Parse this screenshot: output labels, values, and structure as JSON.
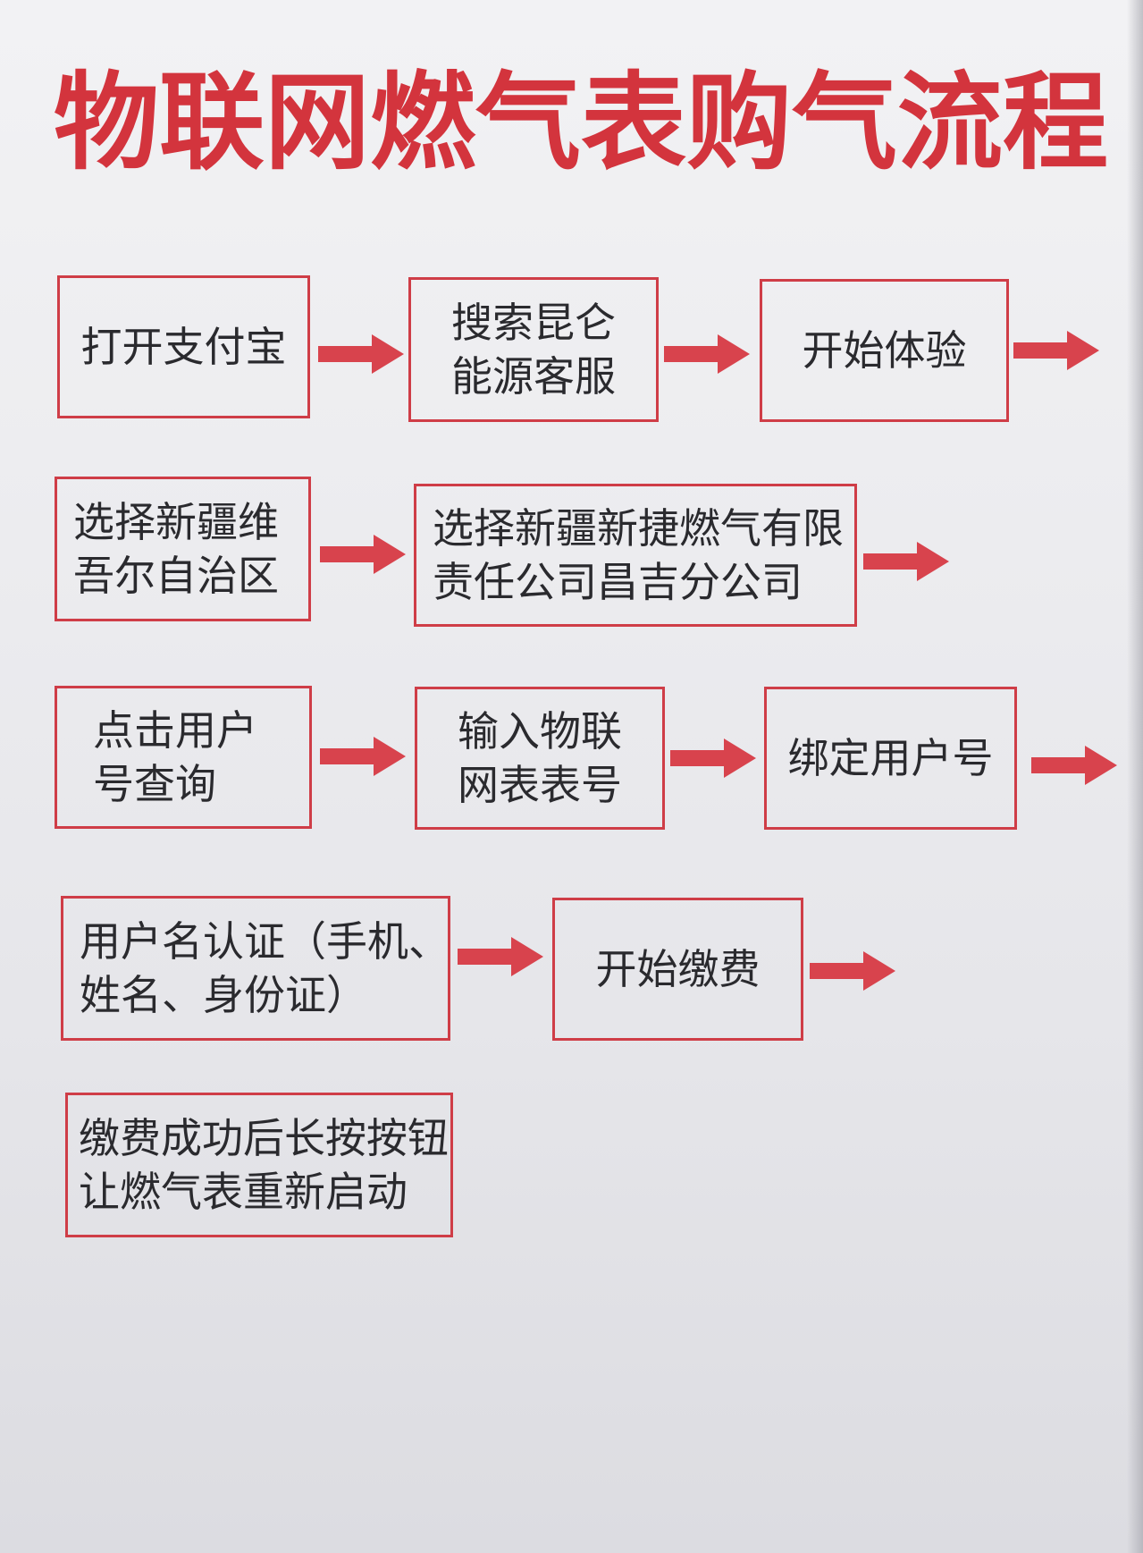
{
  "title": "物联网燃气表购气流程",
  "colors": {
    "accent": "#d3343d",
    "border": "#cf3d47",
    "arrow": "#d8434d",
    "text": "#2a2a2e"
  },
  "steps": {
    "open_alipay": {
      "lines": [
        "打开支付宝"
      ]
    },
    "search_service": {
      "lines": [
        "搜索昆仑",
        "能源客服"
      ]
    },
    "start_experience": {
      "lines": [
        "开始体验"
      ]
    },
    "select_region": {
      "lines": [
        "选择新疆维",
        "吾尔自治区"
      ]
    },
    "select_company": {
      "lines": [
        "选择新疆新捷燃气有限",
        "责任公司昌吉分公司"
      ]
    },
    "query_user": {
      "lines": [
        "点击用户",
        "号查询"
      ]
    },
    "input_meter": {
      "lines": [
        "输入物联",
        "网表表号"
      ]
    },
    "bind_user": {
      "lines": [
        "绑定用户号"
      ]
    },
    "verify_user": {
      "lines": [
        "用户名认证（手机、",
        "姓名、身份证）"
      ]
    },
    "start_payment": {
      "lines": [
        "开始缴费"
      ]
    },
    "restart_meter": {
      "lines": [
        "缴费成功后长按按钮",
        "让燃气表重新启动"
      ]
    }
  }
}
